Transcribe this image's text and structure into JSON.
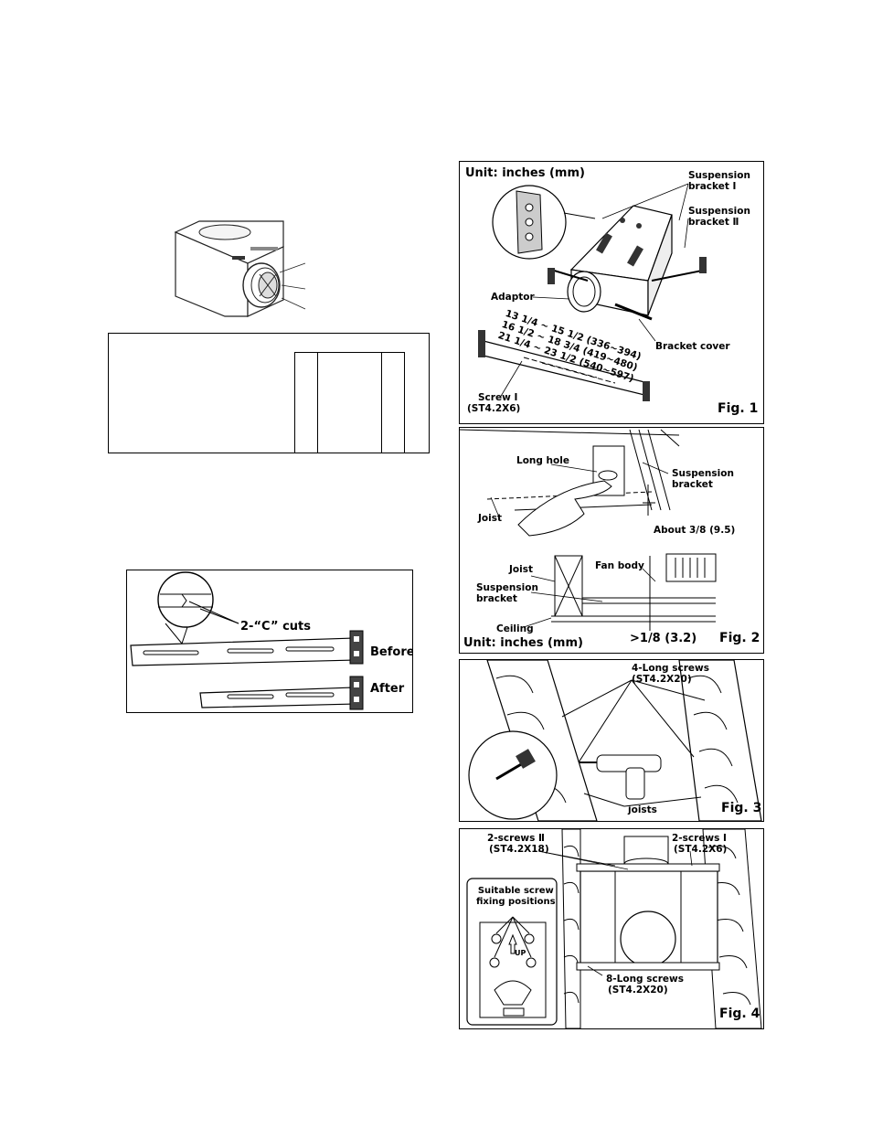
{
  "fig1": {
    "unit_label": "Unit: inches (mm)",
    "suspension_bracket_1": "Suspension\nbracket Ⅰ",
    "suspension_bracket_2": "Suspension\nbracket Ⅱ",
    "adaptor": "Adaptor",
    "bracket_cover": "Bracket cover",
    "dim1": "13 1/4 ~ 15 1/2 (336~394)",
    "dim2": "16 1/2 ~ 18 3/4 (419~480)",
    "dim3": "21 1/4 ~ 23 1/2 (540~597)",
    "screw": "Screw Ⅰ",
    "screw_spec": "(ST4.2X6)",
    "fig_label": "Fig. 1"
  },
  "fig2": {
    "long_hole": "Long hole",
    "suspension_bracket": "Suspension\nbracket",
    "joist": "Joist",
    "about": "About 3/8 (9.5)",
    "joist2": "Joist",
    "fan_body": "Fan body",
    "suspension_bracket2": "Suspension\nbracket",
    "ceiling": "Ceiling",
    "gap": ">1/8 (3.2)",
    "unit_label": "Unit: inches (mm)",
    "fig_label": "Fig. 2"
  },
  "fig3": {
    "long_screws": "4-Long screws",
    "long_screws_spec": "(ST4.2X20)",
    "joists": "joists",
    "fig_label": "Fig. 3"
  },
  "fig4": {
    "screws2": "2-screws Ⅱ",
    "screws2_spec": "(ST4.2X18)",
    "screws1": "2-screws Ⅰ",
    "screws1_spec": "(ST4.2X6)",
    "suitable": "Suitable screw\nfixing positions",
    "up": "UP",
    "long_screws": "8-Long screws",
    "long_screws_spec": "(ST4.2X20)",
    "fig_label": "Fig. 4"
  },
  "cuts": {
    "c_cuts": "2-“C” cuts",
    "before": "Before",
    "after": "After"
  }
}
